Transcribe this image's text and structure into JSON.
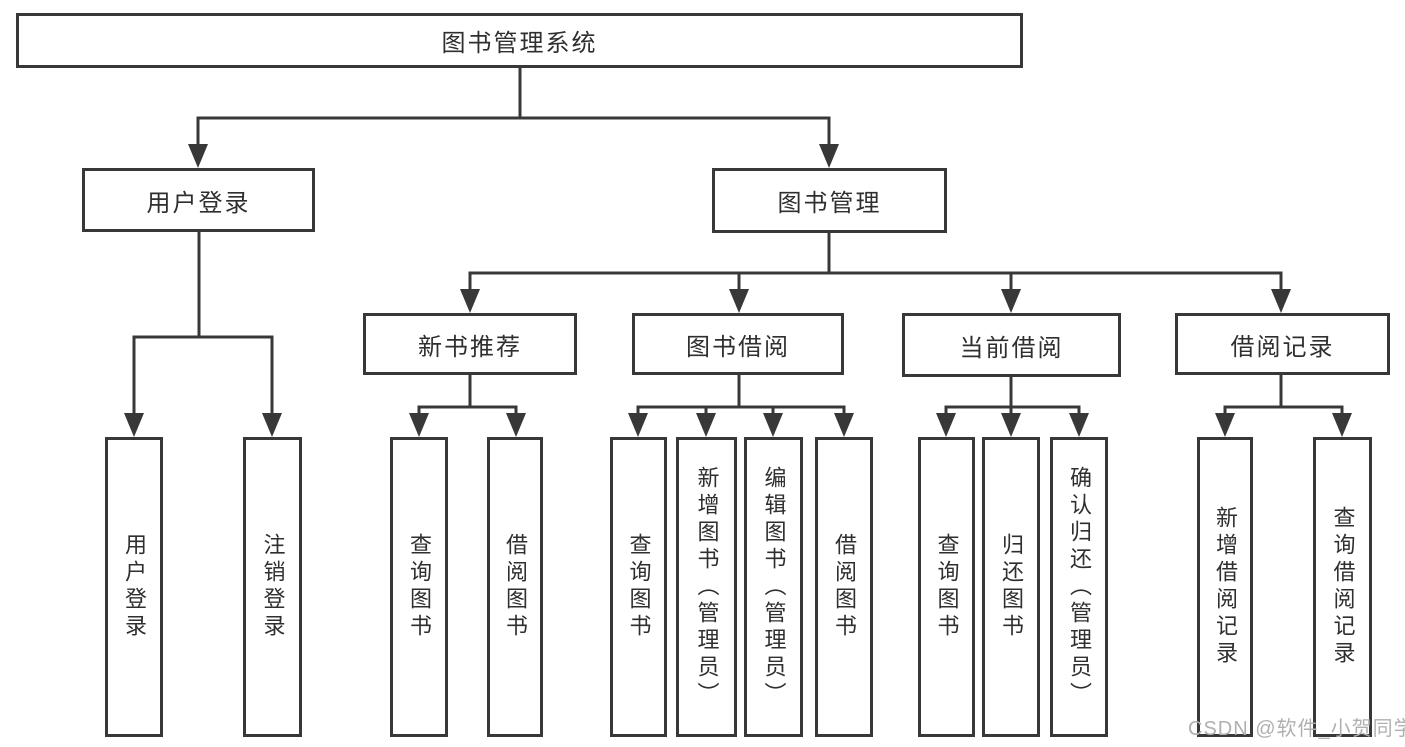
{
  "tree": {
    "label": "图书管理系统",
    "children": [
      {
        "label": "用户登录",
        "children": [
          {
            "label": "用户登录"
          },
          {
            "label": "注销登录"
          }
        ]
      },
      {
        "label": "图书管理",
        "children": [
          {
            "label": "新书推荐",
            "children": [
              {
                "label": "查询图书"
              },
              {
                "label": "借阅图书"
              }
            ]
          },
          {
            "label": "图书借阅",
            "children": [
              {
                "label": "查询图书"
              },
              {
                "label": "新增图书（管理员）"
              },
              {
                "label": "编辑图书（管理员）"
              },
              {
                "label": "借阅图书"
              }
            ]
          },
          {
            "label": "当前借阅",
            "children": [
              {
                "label": "查询图书"
              },
              {
                "label": "归还图书"
              },
              {
                "label": "确认归还（管理员）"
              }
            ]
          },
          {
            "label": "借阅记录",
            "children": [
              {
                "label": "新增借阅记录"
              },
              {
                "label": "查询借阅记录"
              }
            ]
          }
        ]
      }
    ]
  },
  "watermark": "CSDN @软件_小贺同学",
  "colors": {
    "line": "#383838",
    "text": "#2f2f2f",
    "background": "#ffffff",
    "watermark": "#b0b0b0"
  }
}
